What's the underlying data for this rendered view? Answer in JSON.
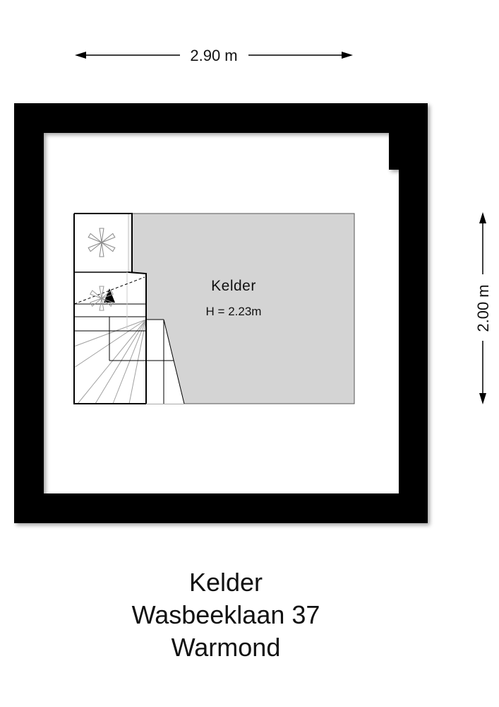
{
  "dimensions": {
    "width_label": "2.90 m",
    "depth_label": "2.00 m"
  },
  "room": {
    "name": "Kelder",
    "height": "H = 2.23m"
  },
  "caption": {
    "line1": "Kelder",
    "line2": "Wasbeeklaan 37",
    "line3": "Warmond"
  },
  "colors": {
    "wall": "#000000",
    "room_fill": "#d4d4d4",
    "stair_line": "#9a9a9a"
  }
}
